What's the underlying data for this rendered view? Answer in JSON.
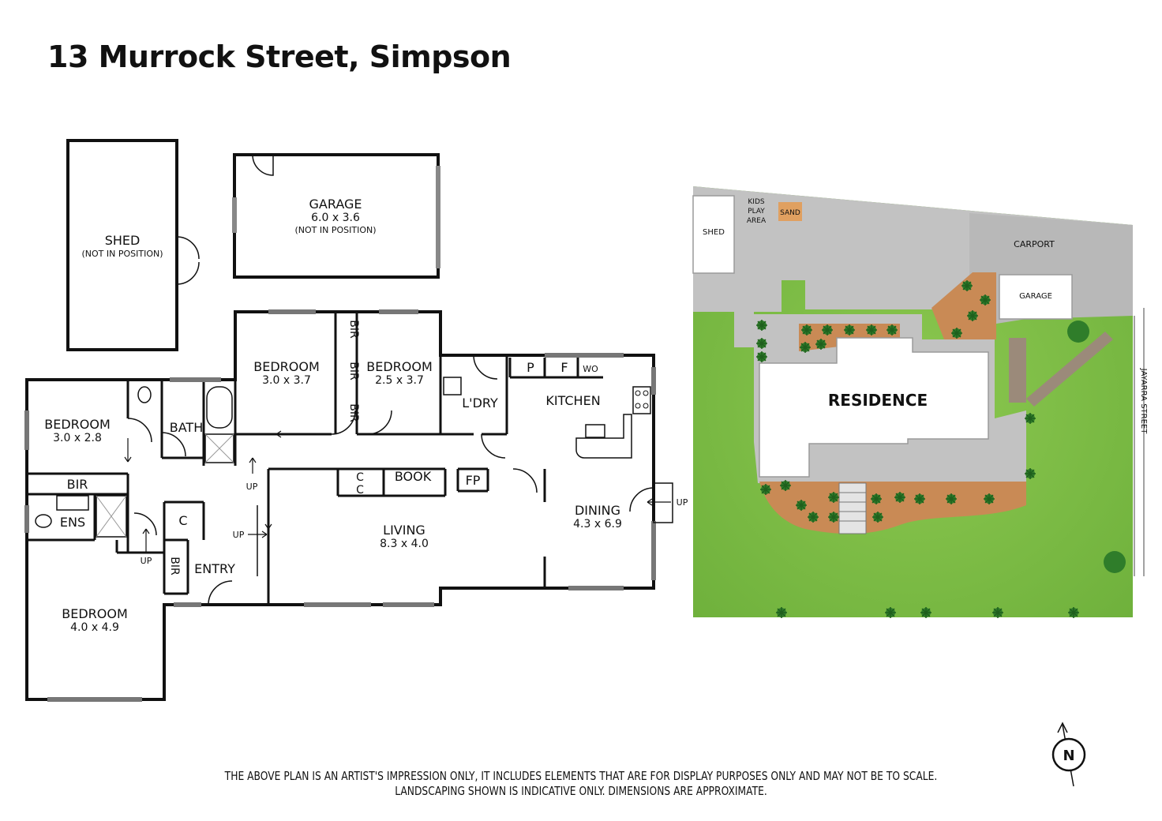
{
  "title": "13 Murrock Street, Simpson",
  "disclaimer": {
    "line1": "THE ABOVE PLAN IS AN ARTIST'S IMPRESSION ONLY, IT INCLUDES ELEMENTS THAT ARE FOR DISPLAY PURPOSES ONLY AND MAY NOT BE TO SCALE.",
    "line2": "LANDSCAPING SHOWN IS INDICATIVE ONLY. DIMENSIONS ARE APPROXIMATE."
  },
  "floor_plan": {
    "shed": {
      "label": "SHED",
      "note": "(NOT IN POSITION)"
    },
    "garage": {
      "label": "GARAGE",
      "dims": "6.0 x 3.6",
      "note": "(NOT IN POSITION)"
    },
    "bedroom1": {
      "label": "BEDROOM",
      "dims": "3.0 x 3.7"
    },
    "bedroom2": {
      "label": "BEDROOM",
      "dims": "2.5 x 3.7"
    },
    "bedroom3": {
      "label": "BEDROOM",
      "dims": "3.0 x 2.8"
    },
    "bedroom4": {
      "label": "BEDROOM",
      "dims": "4.0 x 4.9"
    },
    "bath": "BATH",
    "ens": "ENS",
    "laundry": "L'DRY",
    "kitchen": "KITCHEN",
    "living": {
      "label": "LIVING",
      "dims": "8.3 x 4.0"
    },
    "dining": {
      "label": "DINING",
      "dims": "4.3 x 6.9"
    },
    "entry": "ENTRY",
    "bir": "BIR",
    "cupboard": "C",
    "book": "BOOK",
    "fireplace": "FP",
    "pantry": "P",
    "fridge": "F",
    "wall_oven": "WO",
    "up": "UP"
  },
  "site_plan": {
    "residence": "RESIDENCE",
    "shed": "SHED",
    "garage": "GARAGE",
    "carport": "CARPORT",
    "kids_play_area": [
      "KIDS",
      "PLAY",
      "AREA"
    ],
    "sand": "SAND",
    "street": "JAYARRA STREET",
    "north": "N"
  },
  "colors": {
    "grass": "#7fc04a",
    "paving": "#bdbdbd",
    "garden_bed": "#c98a55",
    "sand": "#e0a060",
    "walls": "#111111"
  }
}
